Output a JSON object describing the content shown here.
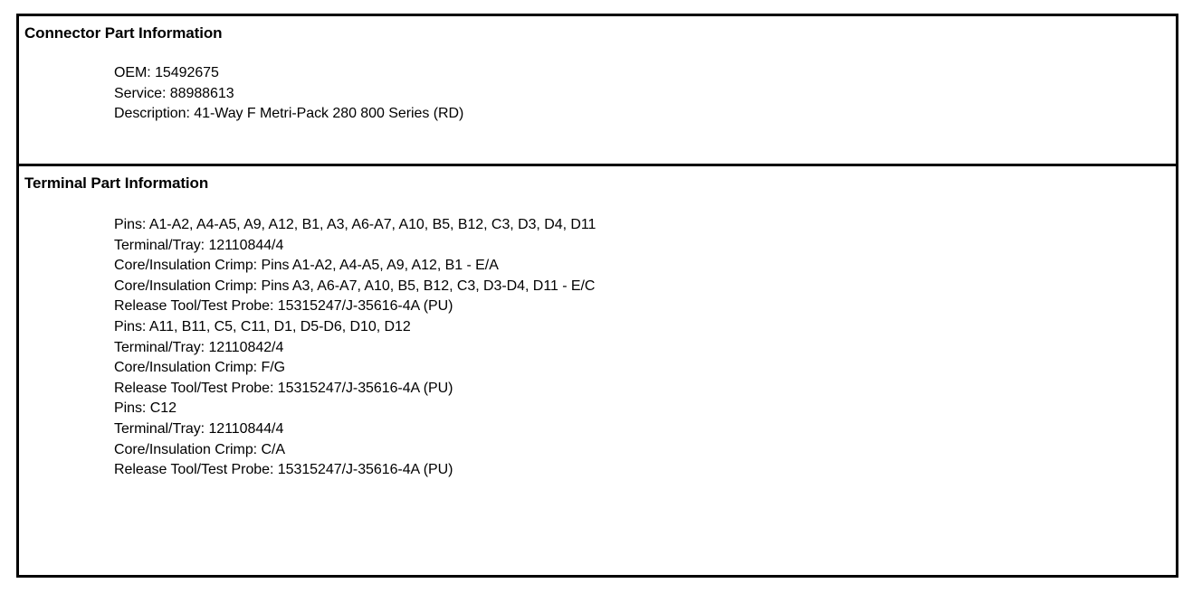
{
  "document": {
    "sections": [
      {
        "id": "connector-part-information",
        "title": "Connector Part Information",
        "lines": [
          "OEM: 15492675",
          "Service: 88988613",
          "Description: 41-Way F Metri-Pack 280 800 Series (RD)"
        ]
      },
      {
        "id": "terminal-part-information",
        "title": "Terminal Part Information",
        "lines": [
          "Pins: A1-A2, A4-A5, A9, A12, B1, A3, A6-A7, A10, B5, B12, C3, D3, D4, D11",
          "Terminal/Tray: 12110844/4",
          "Core/Insulation Crimp: Pins A1-A2, A4-A5, A9, A12, B1 - E/A",
          "Core/Insulation Crimp: Pins A3, A6-A7, A10, B5, B12, C3, D3-D4, D11 - E/C",
          "Release Tool/Test Probe: 15315247/J-35616-4A (PU)",
          "Pins: A11, B11, C5, C11, D1, D5-D6, D10, D12",
          "Terminal/Tray: 12110842/4",
          "Core/Insulation Crimp: F/G",
          "Release Tool/Test Probe: 15315247/J-35616-4A (PU)",
          "Pins: C12",
          "Terminal/Tray: 12110844/4",
          "Core/Insulation Crimp: C/A",
          "Release Tool/Test Probe: 15315247/J-35616-4A (PU)"
        ]
      }
    ],
    "colors": {
      "border": "#000000",
      "text": "#000000",
      "background": "#ffffff"
    }
  }
}
